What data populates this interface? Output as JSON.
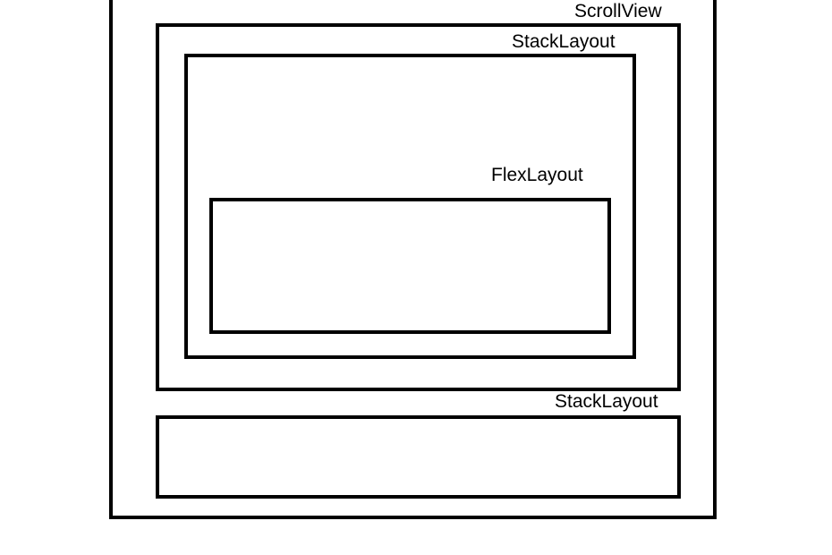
{
  "diagram": {
    "scroll_view": {
      "label": "ScrollView"
    },
    "outer_stack_layout": {
      "label": "StackLayout"
    },
    "inner_container": {
      "label": ""
    },
    "flex_layout": {
      "label": "FlexLayout"
    },
    "bottom_stack_layout": {
      "label": "StackLayout"
    }
  },
  "colors": {
    "stroke": "#000000",
    "background": "#ffffff"
  }
}
